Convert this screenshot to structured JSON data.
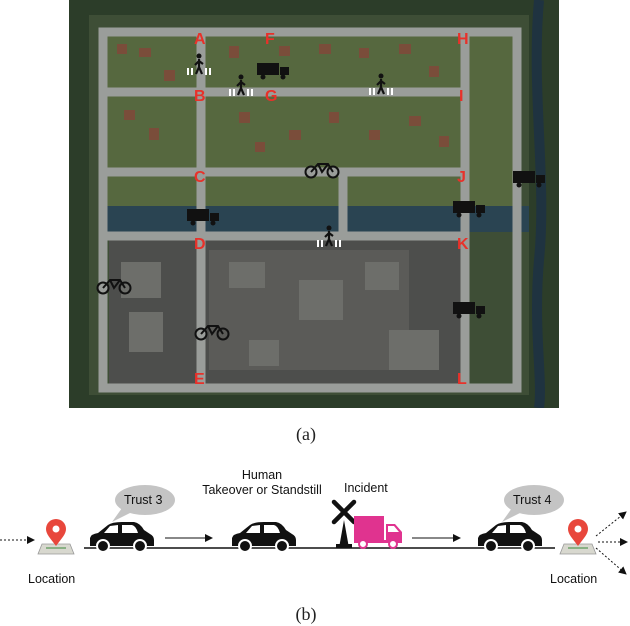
{
  "map": {
    "labels": [
      {
        "id": "A",
        "text": "A"
      },
      {
        "id": "B",
        "text": "B"
      },
      {
        "id": "C",
        "text": "C"
      },
      {
        "id": "D",
        "text": "D"
      },
      {
        "id": "E",
        "text": "E"
      },
      {
        "id": "F",
        "text": "F"
      },
      {
        "id": "G",
        "text": "G"
      },
      {
        "id": "H",
        "text": "H"
      },
      {
        "id": "I",
        "text": "I"
      },
      {
        "id": "J",
        "text": "J"
      },
      {
        "id": "K",
        "text": "K"
      },
      {
        "id": "L",
        "text": "L"
      }
    ],
    "label_color": "#e8312a",
    "icons": [
      "pedestrian-crossing-icon",
      "truck-icon",
      "bicycle-icon"
    ]
  },
  "captions": {
    "a": "(a)",
    "b": "(b)"
  },
  "flow": {
    "start_location": "Location",
    "end_location": "Location",
    "trust_before": "Trust 3",
    "trust_after": "Trust 4",
    "human_label": "Human",
    "takeover_label": "Takeover or Standstill",
    "incident_label": "Incident",
    "incident_color": "#e0338f"
  }
}
